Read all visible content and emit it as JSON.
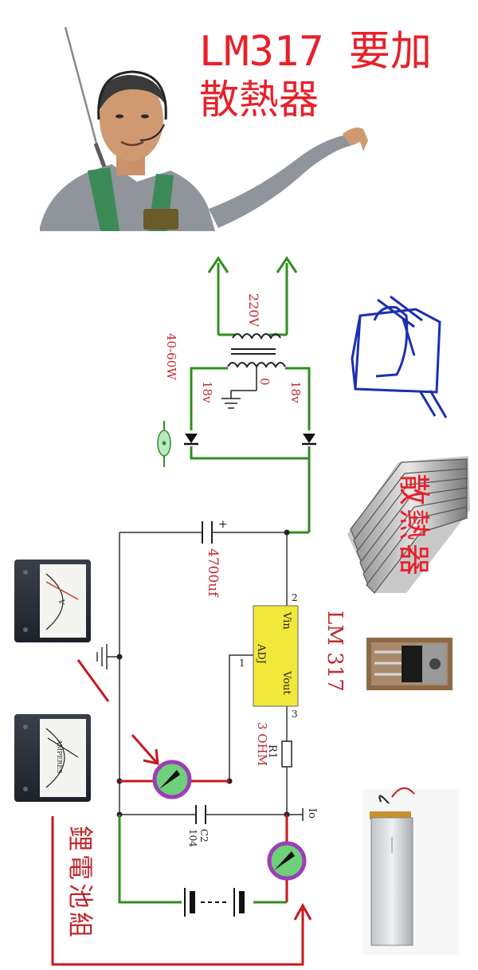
{
  "header": {
    "line1": "LM317 要加",
    "line2": "散熱器"
  },
  "circuit": {
    "transformer_primary": "220V",
    "transformer_power": "40-60W",
    "secondary_left": "18v",
    "secondary_right": "18v",
    "center_tap": "0",
    "capacitor_main": "4700uf",
    "capacitor_plus": "+",
    "regulator_name": "LM 317",
    "pin_vin": "Vin",
    "pin_vout": "Vout",
    "pin_adj": "ADJ",
    "pin_1": "1",
    "pin_2": "2",
    "pin_3": "3",
    "resistor_name": "R1",
    "resistor_value": "3 OHM",
    "capacitor2_name": "C2",
    "capacitor2_value": "104",
    "current_label": "Io",
    "battery_pack": "鋰電池組"
  },
  "heatsink": {
    "label": "散熱器"
  },
  "meters": {
    "volt_unit": "V",
    "amp_unit": "AMPERES"
  },
  "colors": {
    "title_red": "#e8202a",
    "wire_green": "#2f8f1f",
    "wire_red": "#c8181e",
    "component_label_red": "#c0282e",
    "regulator_yellow": "#f2e83a",
    "meter_purple": "#9b3fb5",
    "meter_green": "#6fd07a",
    "transformer_blue": "#1d2fb0"
  }
}
